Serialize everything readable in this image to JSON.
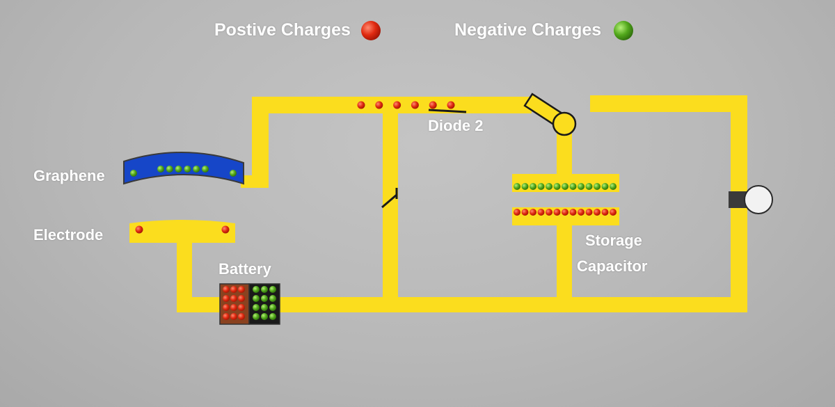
{
  "legend": {
    "positive_label": "Postive Charges",
    "negative_label": "Negative Charges"
  },
  "labels": {
    "graphene": "Graphene",
    "electrode": "Electrode",
    "battery": "Battery",
    "diode": "Diode 2",
    "capacitor_line1": "Storage",
    "capacitor_line2": "Capacitor"
  },
  "charge_counts": {
    "top_wire_positive": 6,
    "graphene_negative": 8,
    "electrode_positive": 2,
    "battery_positive": 12,
    "battery_negative": 12,
    "capacitor_top_negative": 13,
    "capacitor_bottom_positive": 13
  },
  "colors": {
    "background": "#b8b8b8",
    "wire": "#fbdd1e",
    "graphene": "#1646c8",
    "positive_charge": "#e02a10",
    "negative_charge": "#52a81c",
    "battery_positive_side": "#8a4220",
    "battery_negative_side": "#1a1a1a",
    "load": "#f2f2f2"
  }
}
